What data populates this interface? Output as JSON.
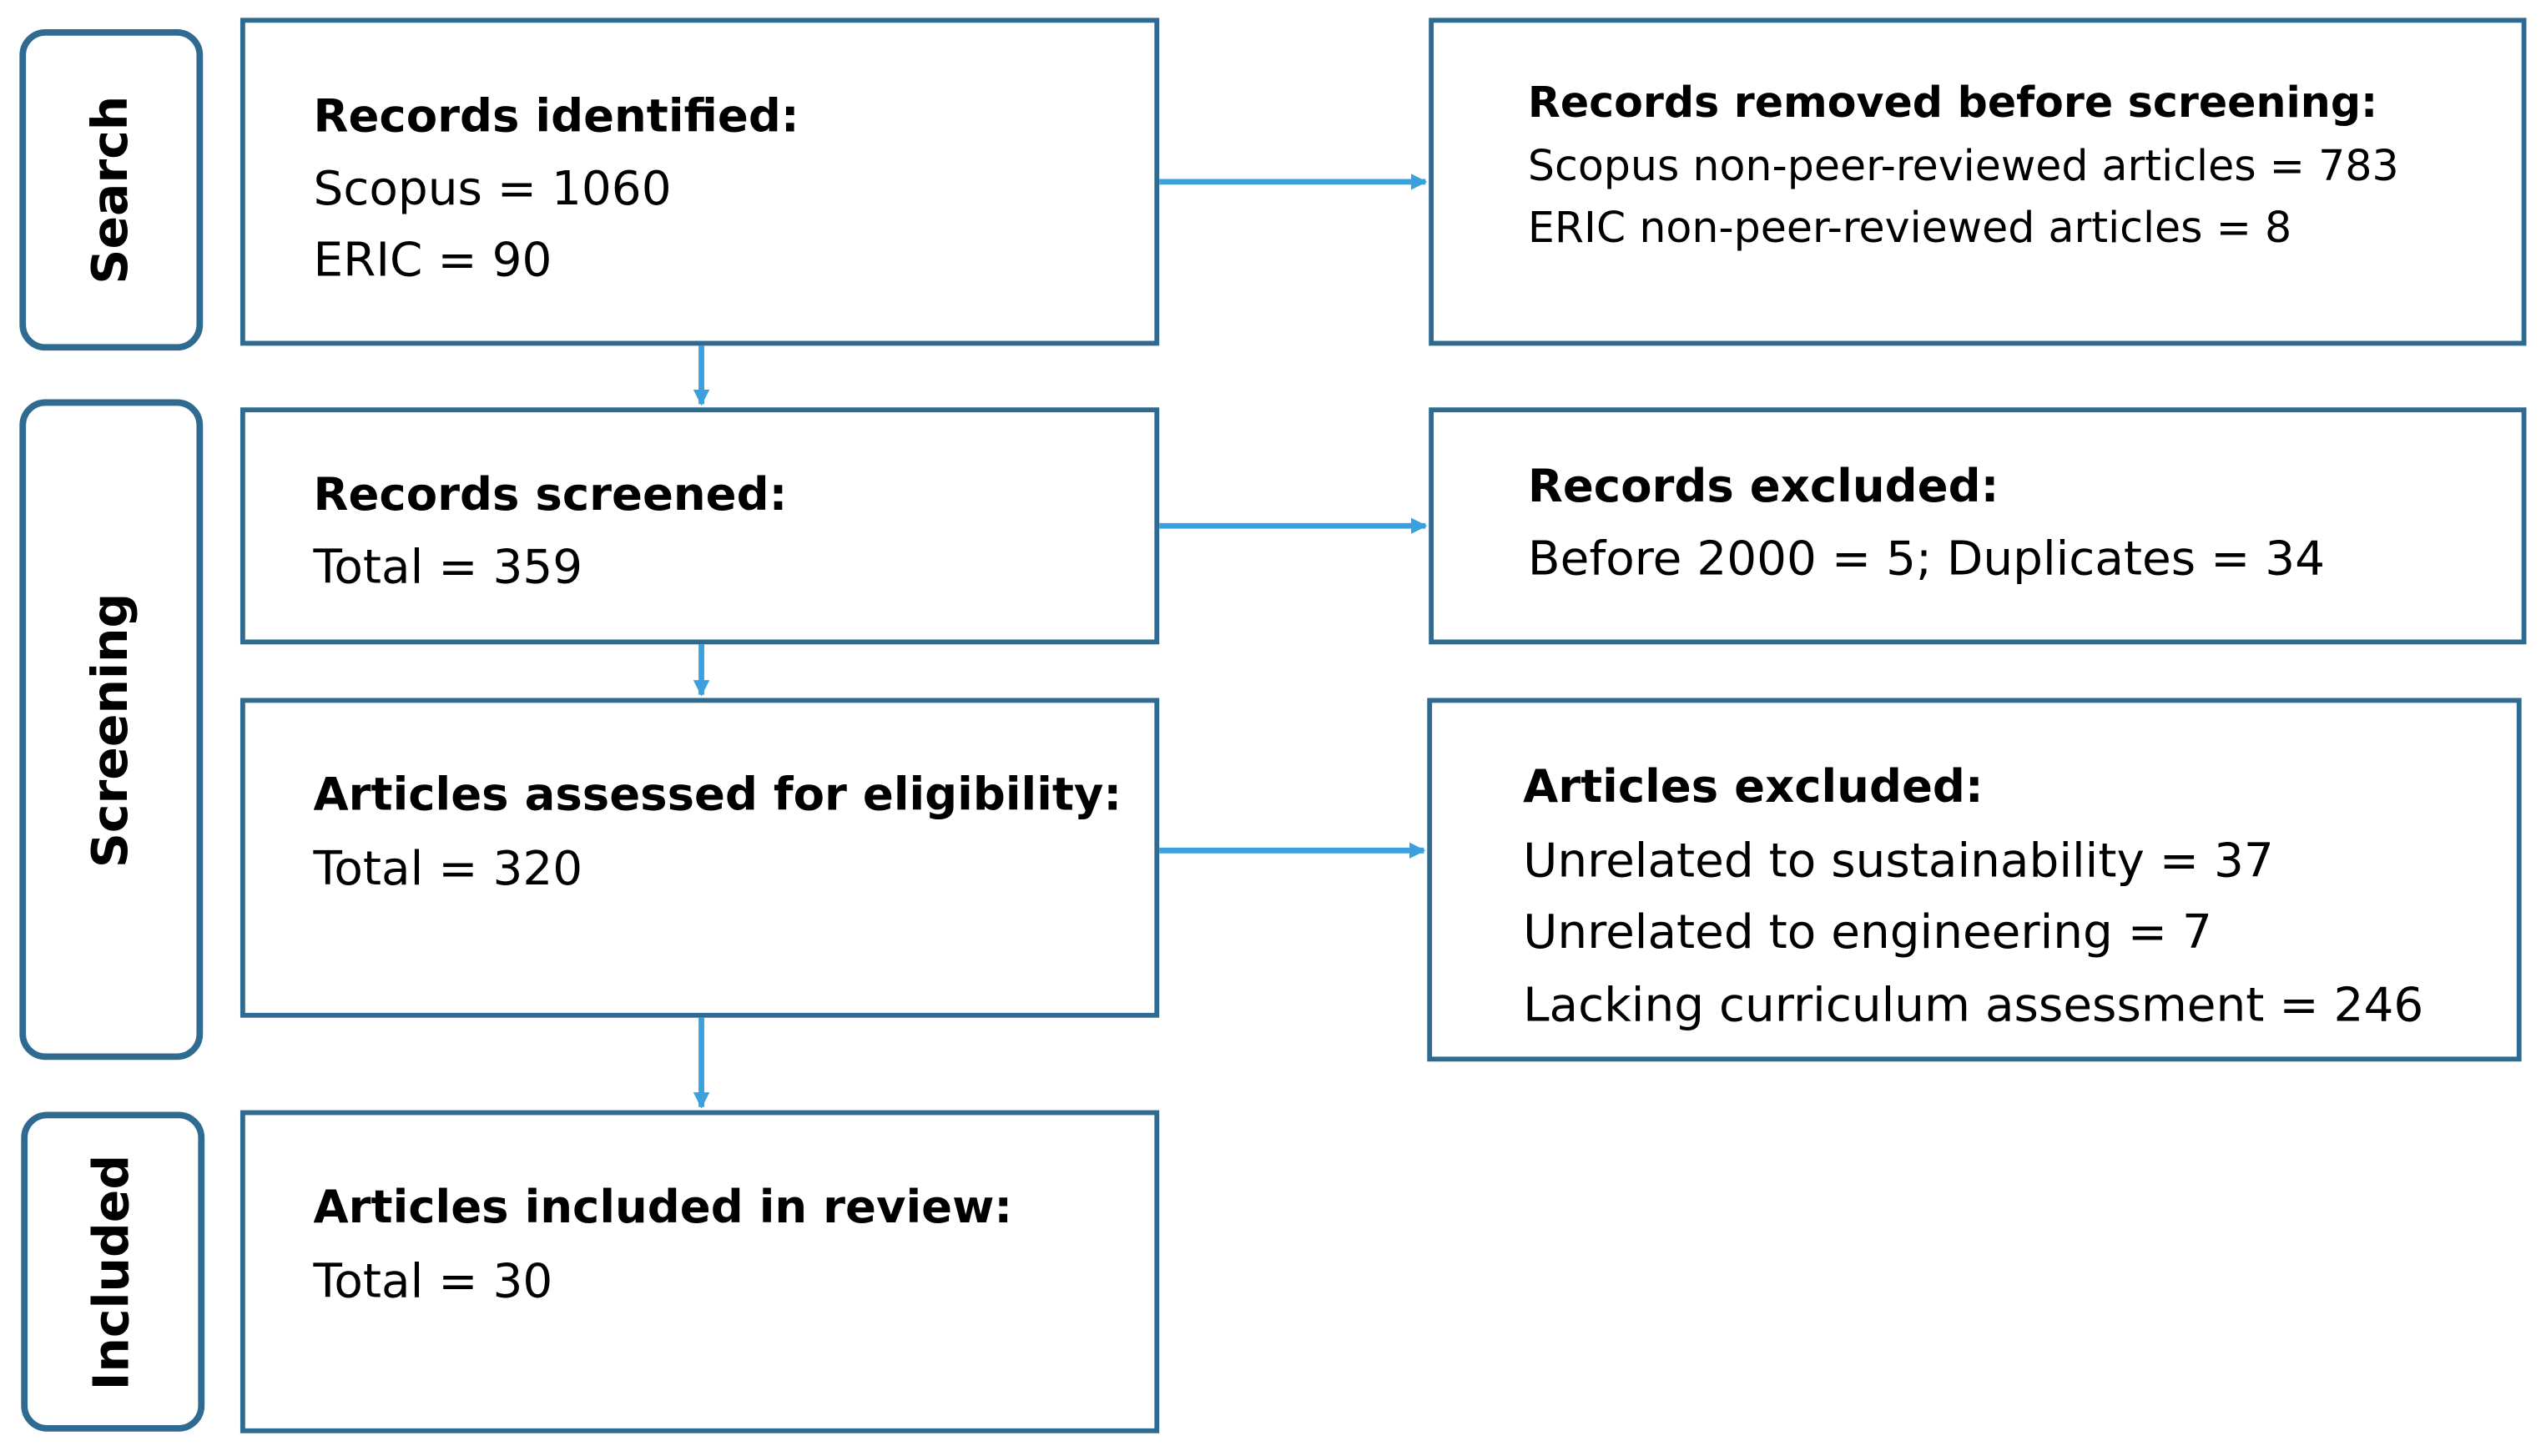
{
  "phases": {
    "search": "Search",
    "screening": "Screening",
    "included": "Included"
  },
  "identified": {
    "title": "Records identified:",
    "lines": [
      "Scopus = 1060",
      "ERIC = 90"
    ]
  },
  "removed": {
    "title": "Records removed before screening:",
    "lines": [
      "Scopus non-peer-reviewed articles  = 783",
      "ERIC non-peer-reviewed articles  = 8"
    ]
  },
  "screened": {
    "title": "Records screened:",
    "lines": [
      "Total = 359"
    ]
  },
  "excluded_records": {
    "title": "Records excluded:",
    "lines": [
      "Before  2000 = 5; Duplicates = 34"
    ]
  },
  "assessed": {
    "title": "Articles assessed  for eligibility:",
    "lines": [
      "Total = 320"
    ]
  },
  "excluded_articles": {
    "title": "Articles excluded:",
    "lines": [
      "Unrelated to sustainability = 37",
      "Unrelated to engineering  = 7",
      "Lacking curriculum assessment  = 246"
    ]
  },
  "included_box": {
    "title": "Articles included in review:",
    "lines": [
      "Total = 30"
    ]
  },
  "colors": {
    "border": "#2f6a91",
    "arrow": "#3aa0de"
  }
}
